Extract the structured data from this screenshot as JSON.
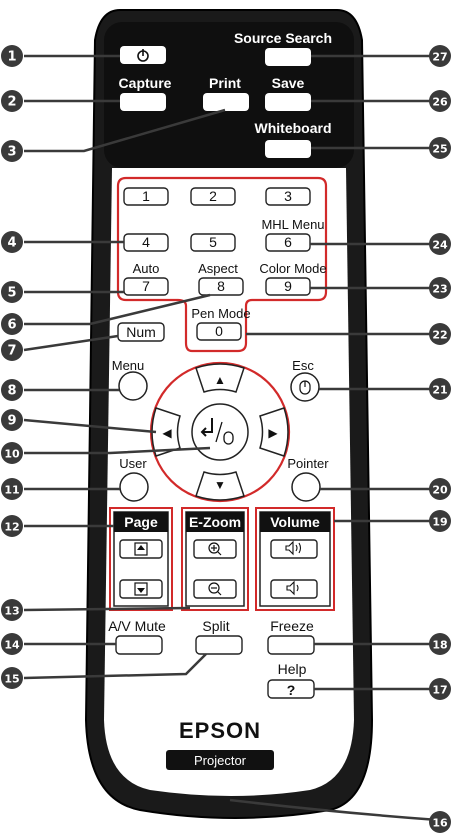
{
  "title": "",
  "callouts": [
    "1",
    "2",
    "3",
    "4",
    "5",
    "6",
    "7",
    "8",
    "9",
    "10",
    "11",
    "12",
    "13",
    "14",
    "15",
    "16",
    "17",
    "18",
    "19",
    "20",
    "21",
    "22",
    "23",
    "24",
    "25",
    "26",
    "27"
  ],
  "top_panel": {
    "power_icon": "power-icon",
    "capture": "Capture",
    "print": "Print",
    "source_search": "Source Search",
    "save": "Save",
    "whiteboard": "Whiteboard"
  },
  "numpad": {
    "n1": "1",
    "n2": "2",
    "n3": "3",
    "n4": "4",
    "n5": "5",
    "n6": "6",
    "n7": "7",
    "n8": "8",
    "n9": "9",
    "n0": "0",
    "mhl_menu": "MHL Menu",
    "auto": "Auto",
    "aspect": "Aspect",
    "color_mode": "Color Mode",
    "pen_mode": "Pen Mode",
    "num": "Num"
  },
  "nav": {
    "menu": "Menu",
    "esc": "Esc",
    "user": "User",
    "pointer": "Pointer",
    "up": "▲",
    "down": "▼",
    "left": "◀",
    "right": "▶"
  },
  "groups": {
    "page": "Page",
    "ezoom": "E-Zoom",
    "volume": "Volume"
  },
  "bottom": {
    "av_mute": "A/V Mute",
    "split": "Split",
    "freeze": "Freeze",
    "help": "Help",
    "help_symbol": "?",
    "brand": "EPSON",
    "projector": "Projector"
  },
  "colors": {
    "body": "#111111",
    "accent": "#d22a2a",
    "callout_bg": "#3a3a3a",
    "button_border": "#222222"
  }
}
